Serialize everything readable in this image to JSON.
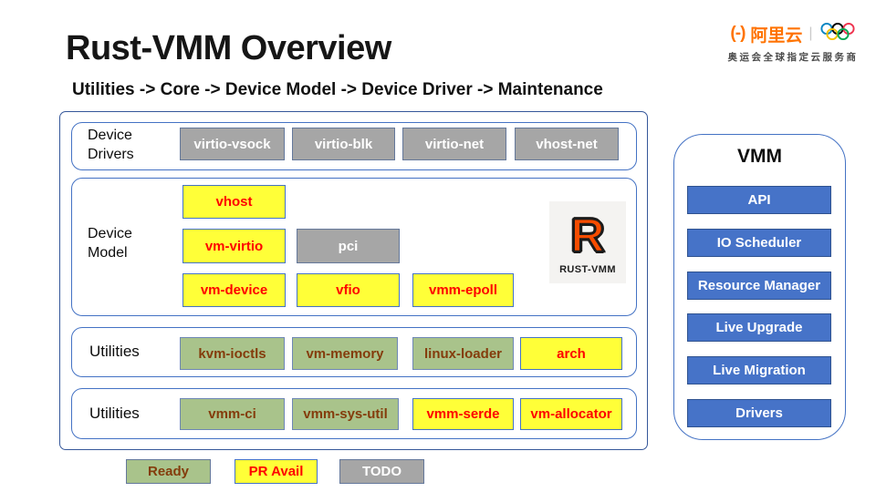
{
  "slide": {
    "title": "Rust-VMM Overview",
    "subtitle": "Utilities -> Core -> Device Model -> Device Driver -> Maintenance"
  },
  "brand": {
    "logo_bracket": "(-)",
    "logo_text": "阿里云",
    "divider": "|",
    "tagline": "奥运会全球指定云服务商",
    "orange": "#FF7300"
  },
  "diagram": {
    "device_drivers": {
      "label_line1": "Device",
      "label_line2": "Drivers",
      "boxes": [
        {
          "label": "virtio-vsock",
          "status": "todo"
        },
        {
          "label": "virtio-blk",
          "status": "todo"
        },
        {
          "label": "virtio-net",
          "status": "todo"
        },
        {
          "label": "vhost-net",
          "status": "todo"
        }
      ]
    },
    "device_model": {
      "label_line1": "Device",
      "label_line2": "Model",
      "boxes": [
        {
          "label": "vhost",
          "status": "pr"
        },
        {
          "label": "vm-virtio",
          "status": "pr"
        },
        {
          "label": "pci",
          "status": "todo"
        },
        {
          "label": "vm-device",
          "status": "pr"
        },
        {
          "label": "vfio",
          "status": "pr"
        },
        {
          "label": "vmm-epoll",
          "status": "pr"
        }
      ]
    },
    "utilities_top": {
      "label": "Utilities",
      "boxes": [
        {
          "label": "kvm-ioctls",
          "status": "ready"
        },
        {
          "label": "vm-memory",
          "status": "ready"
        },
        {
          "label": "linux-loader",
          "status": "ready"
        },
        {
          "label": "arch",
          "status": "pr"
        }
      ]
    },
    "utilities_bottom": {
      "label": "Utilities",
      "boxes": [
        {
          "label": "vmm-ci",
          "status": "ready"
        },
        {
          "label": "vmm-sys-util",
          "status": "ready"
        },
        {
          "label": "vmm-serde",
          "status": "pr"
        },
        {
          "label": "vm-allocator",
          "status": "pr"
        }
      ]
    }
  },
  "rust_logo": {
    "letter": "R",
    "caption": "RUST-VMM"
  },
  "vmm": {
    "title": "VMM",
    "items": [
      {
        "label": "API"
      },
      {
        "label": "IO Scheduler"
      },
      {
        "label": "Resource Manager"
      },
      {
        "label": "Live Upgrade"
      },
      {
        "label": "Live Migration"
      },
      {
        "label": "Drivers"
      }
    ],
    "button_color": "#4673C8"
  },
  "legend": {
    "ready_label": "Ready",
    "pr_label": "PR Avail",
    "todo_label": "TODO",
    "ready_fill": "#A9C38B",
    "pr_fill": "#FFFF38",
    "todo_fill": "#A6A6A6"
  }
}
